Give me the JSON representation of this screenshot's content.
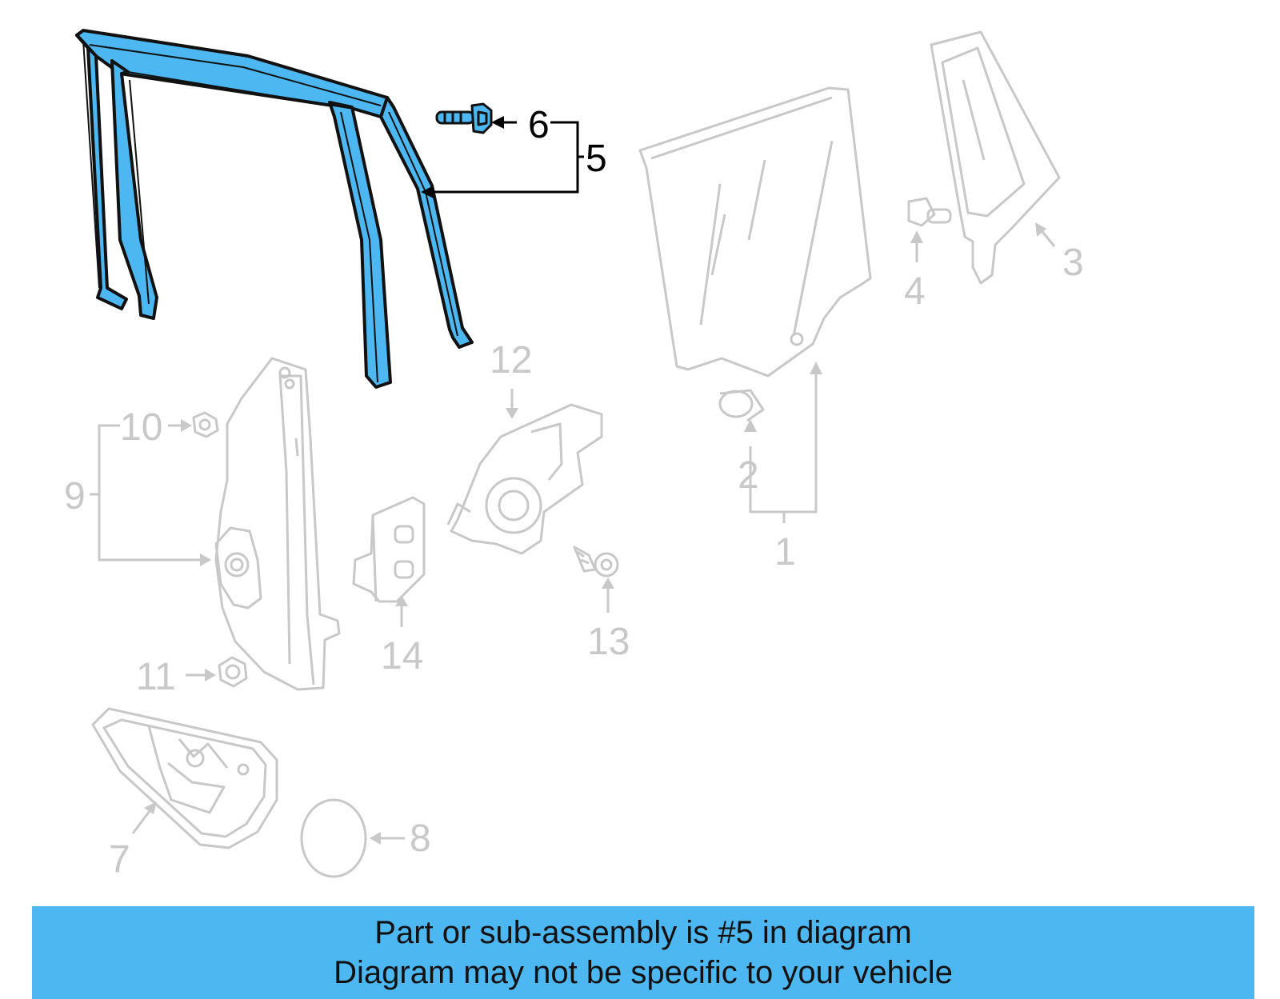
{
  "colors": {
    "highlight_fill": "#4cb7f0",
    "highlight_stroke": "#111111",
    "muted_stroke": "#c8c8c8",
    "banner_bg": "#4cb7f0"
  },
  "callouts": {
    "c1": "1",
    "c2": "2",
    "c3": "3",
    "c4": "4",
    "c5": "5",
    "c6": "6",
    "c7": "7",
    "c8": "8",
    "c9": "9",
    "c10": "10",
    "c11": "11",
    "c12": "12",
    "c13": "13",
    "c14": "14"
  },
  "banner": {
    "line1": "Part or sub-assembly is #5 in diagram",
    "line2": "Diagram may not be specific to your vehicle"
  }
}
